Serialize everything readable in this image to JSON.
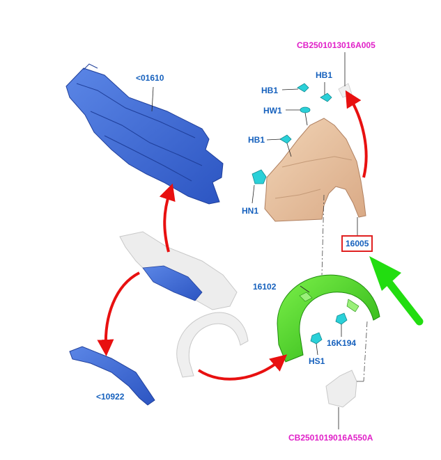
{
  "labels": {
    "ref_top": "CB2501013016A005",
    "ref_bottom": "CB2501019016A550A",
    "hb1_top": "HB1",
    "hb1_left": "HB1",
    "hw1": "HW1",
    "hb1_mid": "HB1",
    "hn1": "HN1",
    "p01610": "<01610",
    "p16005": "16005",
    "p16102": "16102",
    "p16k194": "16K194",
    "hs1": "HS1",
    "p10922": "<10922"
  },
  "colors": {
    "part_label": "#1560bd",
    "reference_label": "#e020c8",
    "arrow_red": "#e81010",
    "arrow_green": "#22dd10",
    "dash_panel": "#3f6fd8",
    "fender": "#e8c2a0",
    "wheel_liner": "#3fd21c",
    "fastener": "#2ad0d8",
    "ghost_part": "#e8e8e8"
  },
  "icons": {
    "arrows": [
      "curved-arrow-icon",
      "curved-arrow-icon",
      "curved-arrow-icon",
      "curved-arrow-icon",
      "pointer-arrow-icon"
    ]
  }
}
